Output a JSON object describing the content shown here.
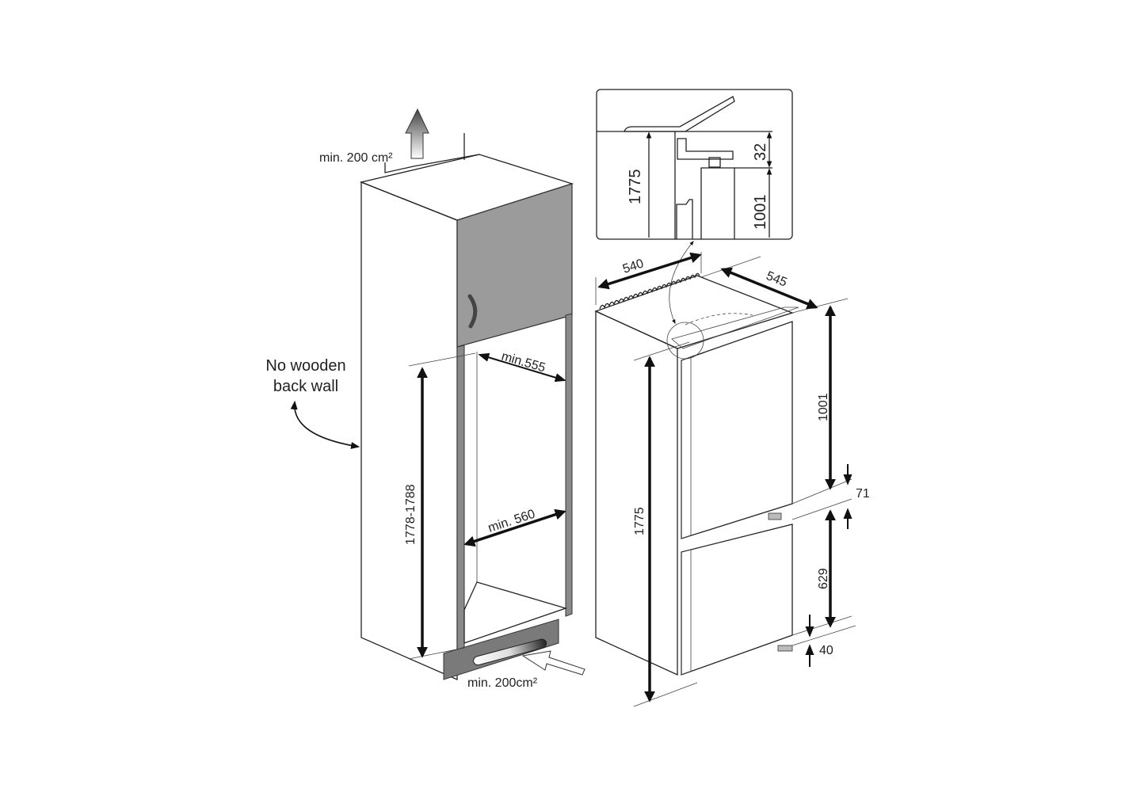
{
  "cabinet": {
    "top_vent_label": "min. 200 cm²",
    "bottom_vent_label": "min. 200cm²",
    "back_wall_note": [
      "No wooden",
      "back wall"
    ],
    "height_dim": "1778-1788",
    "depth_dim": "min.555",
    "width_dim": "min. 560",
    "colors": {
      "door": "#9b9b9b",
      "frame": "#8a8a8a",
      "plinth": "#7a7a7a"
    }
  },
  "appliance": {
    "width_dim": "540",
    "depth_dim": "545",
    "height_dim": "1775",
    "upper_door_dim": "1001",
    "gap_dim": "71",
    "lower_door_dim": "629",
    "bottom_dim": "40"
  },
  "detail_inset": {
    "height_dim": "1775",
    "gap_dim": "32",
    "door_dim": "1001"
  }
}
